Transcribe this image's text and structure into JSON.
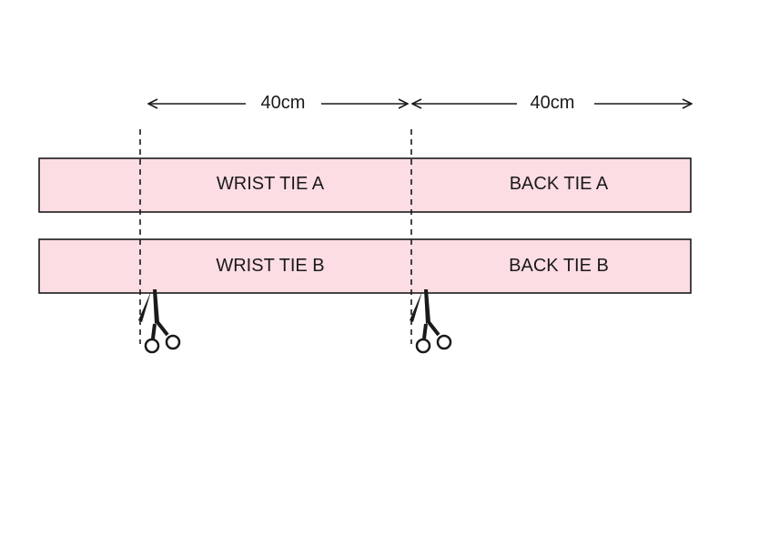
{
  "dimensions": [
    {
      "label": "40cm"
    },
    {
      "label": "40cm"
    }
  ],
  "strips": [
    {
      "left_label": "WRIST TIE A",
      "right_label": "BACK TIE A"
    },
    {
      "left_label": "WRIST TIE B",
      "right_label": "BACK TIE B"
    }
  ],
  "colors": {
    "fabric": "#fddde4",
    "outline": "#1a1a1a",
    "ink": "#1a1a1a"
  },
  "icons": {
    "cut_marker": "scissors-icon"
  }
}
